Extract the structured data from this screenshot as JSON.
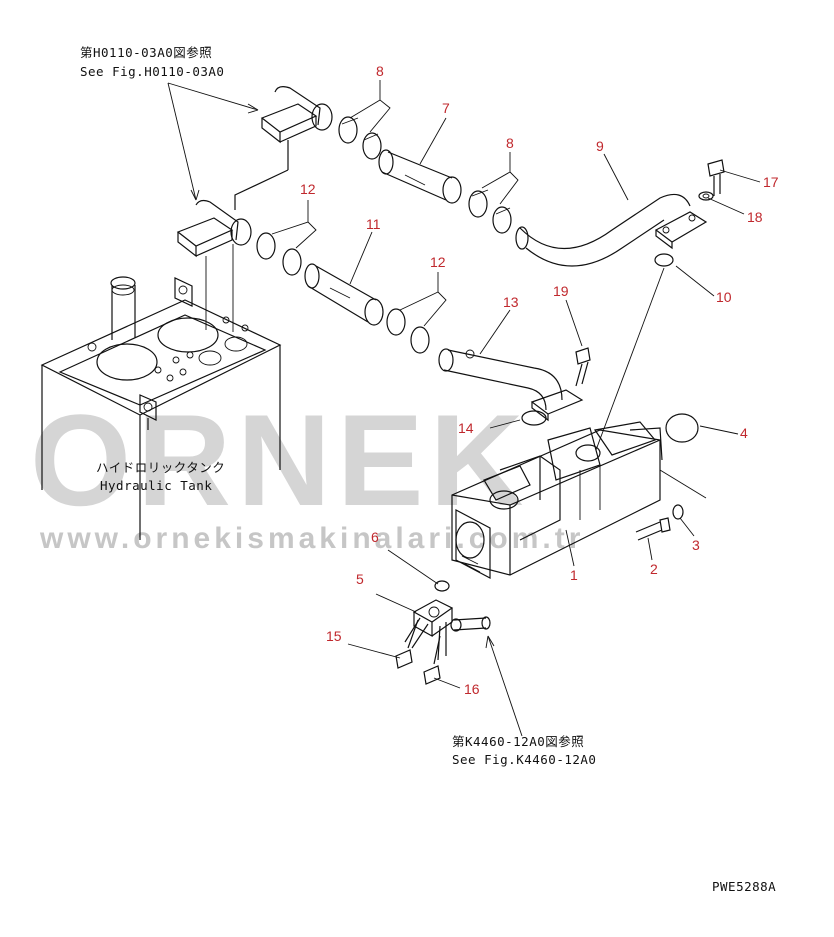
{
  "watermark": {
    "brand": "ORNEK",
    "url": "www.ornekismakinalari.com.tr"
  },
  "references": {
    "top": {
      "jp": "第H0110-03A0図参照",
      "en": "See Fig.H0110-03A0"
    },
    "bottom": {
      "jp": "第K4460-12A0図参照",
      "en": "See Fig.K4460-12A0"
    }
  },
  "tank_label": {
    "jp": "ハイドロリックタンク",
    "en": "Hydraulic Tank"
  },
  "drawing_code": "PWE5288A",
  "callouts": [
    {
      "id": "1",
      "label": "1"
    },
    {
      "id": "2",
      "label": "2"
    },
    {
      "id": "3",
      "label": "3"
    },
    {
      "id": "4",
      "label": "4"
    },
    {
      "id": "5",
      "label": "5"
    },
    {
      "id": "6",
      "label": "6"
    },
    {
      "id": "7",
      "label": "7"
    },
    {
      "id": "8a",
      "label": "8"
    },
    {
      "id": "8b",
      "label": "8"
    },
    {
      "id": "9",
      "label": "9"
    },
    {
      "id": "10",
      "label": "10"
    },
    {
      "id": "11",
      "label": "11"
    },
    {
      "id": "12a",
      "label": "12"
    },
    {
      "id": "12b",
      "label": "12"
    },
    {
      "id": "13",
      "label": "13"
    },
    {
      "id": "14",
      "label": "14"
    },
    {
      "id": "15",
      "label": "15"
    },
    {
      "id": "16",
      "label": "16"
    },
    {
      "id": "17",
      "label": "17"
    },
    {
      "id": "18",
      "label": "18"
    },
    {
      "id": "19",
      "label": "19"
    }
  ]
}
